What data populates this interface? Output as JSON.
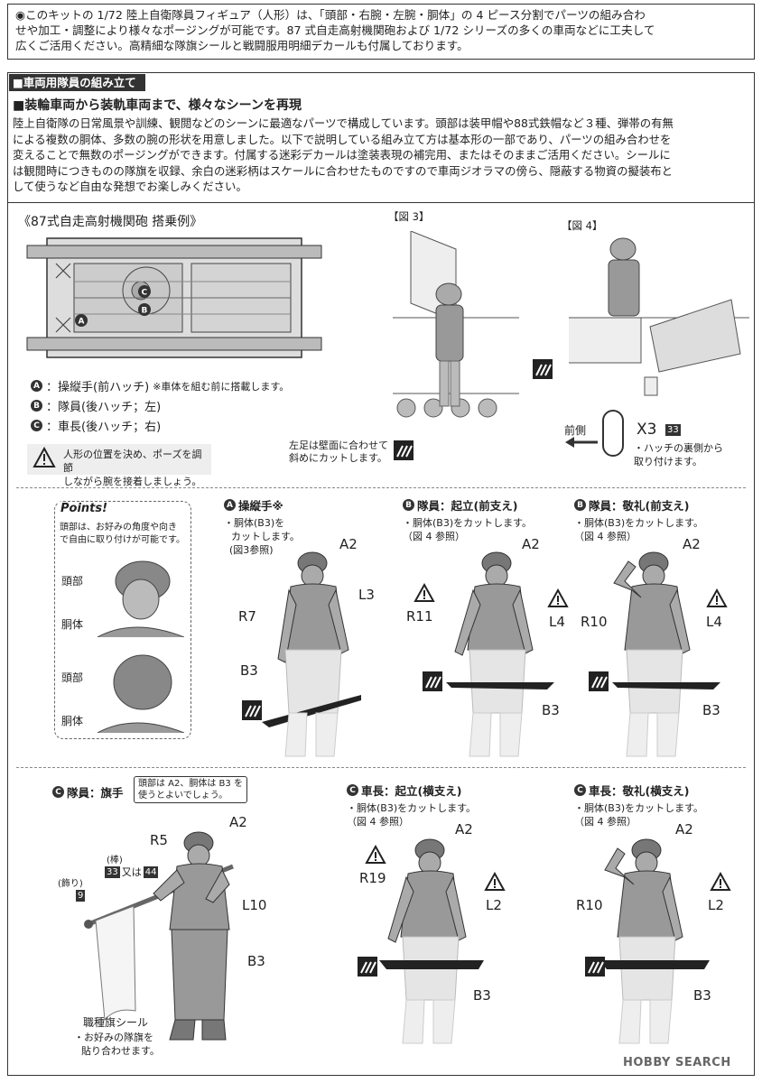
{
  "intro": {
    "line1": "◉このキットの 1/72 陸上自衛隊員フィギュア（人形）は、「頭部・右腕・左腕・胴体」の 4 ピース分割でパーツの組み合わ",
    "line2": "せや加工・調整により様々なポージングが可能です。87 式自走高射機関砲および 1/72 シリーズの多くの車両などに工夫して",
    "line3": "広くご活用ください。高精細な隊旗シールと戦闘服用明細デカールも付属しております。"
  },
  "section": {
    "tab": "■車両用隊員の組み立て",
    "subtitle": "■装輪車両から装軌車両まで、様々なシーンを再現",
    "body1": "陸上自衛隊の日常風景や訓練、観閲などのシーンに最適なパーツで構成しています。頭部は装甲帽や88式鉄帽など３種、弾帯の有無",
    "body2": "による複数の胴体、多数の腕の形状を用意しました。以下で説明している組み立て方は基本形の一部であり、パーツの組み合わせを",
    "body3": "変えることで無数のポージングができます。付属する迷彩デカールは塗装表現の補完用、またはそのままご活用ください。シールに",
    "body4": "は観閲時につきものの隊旗を収録、余白の迷彩柄はスケールに合わせたものですので車両ジオラマの傍ら、隠蔽する物資の擬装布と",
    "body5": "して使うなど自由な発想でお楽しみください。"
  },
  "crew_title": "《87式自走高射機関砲 搭乗例》",
  "legend": [
    {
      "mark": "A",
      "text": "：操縦手(前ハッチ)",
      "note": "※車体を組む前に搭載します。"
    },
    {
      "mark": "B",
      "text": "：隊員(後ハッチ；左)",
      "note": ""
    },
    {
      "mark": "C",
      "text": "：車長(後ハッチ；右)",
      "note": ""
    }
  ],
  "warning_box": {
    "line1": "人形の位置を決め、ポーズを調節",
    "line2": "しながら腕を接着しましょう。"
  },
  "fig3": {
    "label": "【図 3】",
    "note1": "左足は壁面に合わせて",
    "note2": "斜めにカットします。"
  },
  "fig4": {
    "label": "【図 4】",
    "front": "前側",
    "count": "X3",
    "part": "33",
    "note1": "・ハッチの裏側から",
    "note2": "取り付けます。"
  },
  "points": {
    "title": "Points!",
    "text1": "頭部は、お好みの角度や向き",
    "text2": "で自由に取り付けが可能です。",
    "labels": [
      "頭部",
      "胴体",
      "頭部",
      "胴体"
    ]
  },
  "figures": [
    {
      "mark": "A",
      "title": "操縦手※",
      "note1": "・胴体(B3)を",
      "note2": "カットします。",
      "note3": "(図3参照)",
      "parts": [
        "A2",
        "L3",
        "R7",
        "B3"
      ]
    },
    {
      "mark": "B",
      "title": "隊員：起立(前支え)",
      "note1": "・胴体(B3)をカットします。",
      "note2": "（図 4 参照）",
      "note3": "",
      "parts": [
        "A2",
        "R11",
        "L4",
        "B3"
      ]
    },
    {
      "mark": "B",
      "title": "隊員：敬礼(前支え)",
      "note1": "・胴体(B3)をカットします。",
      "note2": "（図 4 参照）",
      "note3": "",
      "parts": [
        "A2",
        "R10",
        "L4",
        "B3"
      ]
    },
    {
      "mark": "C",
      "title": "隊員：旗手",
      "note1": "",
      "note2": "",
      "note3": "",
      "parts": [
        "A2",
        "R5",
        "L10",
        "B3"
      ]
    },
    {
      "mark": "C",
      "title": "車長：起立(横支え)",
      "note1": "・胴体(B3)をカットします。",
      "note2": "（図 4 参照）",
      "note3": "",
      "parts": [
        "A2",
        "R19",
        "L2",
        "B3"
      ]
    },
    {
      "mark": "C",
      "title": "車長：敬礼(横支え)",
      "note1": "・胴体(B3)をカットします。",
      "note2": "（図 4 参照）",
      "note3": "",
      "parts": [
        "A2",
        "R10",
        "L2",
        "B3"
      ]
    }
  ],
  "flag": {
    "box1": "頭部は A2、胴体は B3 を",
    "box2": "使うとよいでしょう。",
    "pole_label": "(棒)",
    "pole_part1": "33",
    "pole_or": "又は",
    "pole_part2": "44",
    "deco_label": "(飾り)",
    "deco_part": "9",
    "sticker": "職種旗シール",
    "sticker_note1": "・お好みの隊旗を",
    "sticker_note2": "貼り合わせます。"
  },
  "watermark": "HOBBY SEARCH"
}
